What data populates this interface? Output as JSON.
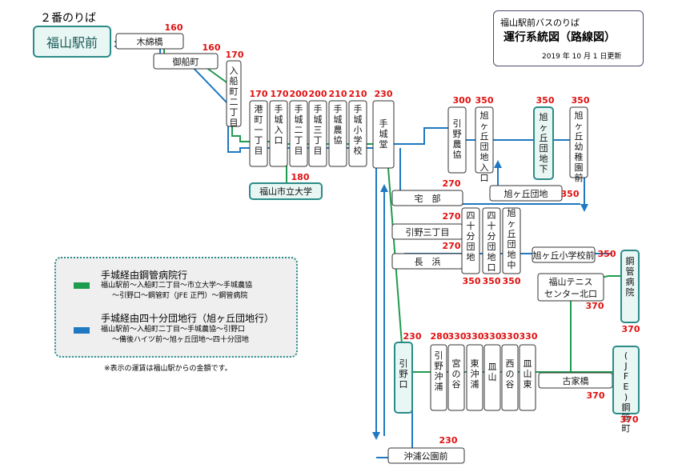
{
  "header": {
    "platform_label": "２番のりば",
    "origin_station": "福山駅前"
  },
  "title_box": {
    "line1": "福山駅前バスのりば",
    "line2": "運行系統図（路線図）",
    "line3": "2019 年 10 月 1 日更新"
  },
  "colors": {
    "green_route": "#1f9b4f",
    "blue_route": "#1f78c1",
    "fare_red": "#e01010",
    "teal_border": "#2a8c88"
  },
  "legend": {
    "green": {
      "title": "手城経由鋼管病院行",
      "line1": "福山駅前〜入船町二丁目〜市立大学〜手城農協",
      "line2": "〜引野口〜鋼管町（JFE 正門）〜鋼管病院"
    },
    "blue": {
      "title": "手城経由四十分団地行（旭ヶ丘団地行）",
      "line1": "福山駅前〜入船町二丁目〜手城農協〜引野口",
      "line2": "〜備後ハイツ前〜旭ヶ丘団地〜四十分団地"
    },
    "note": "※表示の運賃は福山駅からの金額です。"
  },
  "stops": [
    {
      "id": "kiwata",
      "name": "木綿橋",
      "fare": "160"
    },
    {
      "id": "mifune",
      "name": "御船町",
      "fare": "160"
    },
    {
      "id": "irifune",
      "name": "入船町二丁目",
      "fare": "170"
    },
    {
      "id": "minato",
      "name": "港町一丁目",
      "fare": "170"
    },
    {
      "id": "teshiro_iriguchi",
      "name": "手城入口",
      "fare": "170"
    },
    {
      "id": "teshiro2",
      "name": "手城二丁目",
      "fare": "200"
    },
    {
      "id": "teshiro3",
      "name": "手城三丁目",
      "fare": "200"
    },
    {
      "id": "teshiro_nokyo",
      "name": "手城農協",
      "fare": "210"
    },
    {
      "id": "teshiro_shogakko",
      "name": "手城小学校",
      "fare": "210"
    },
    {
      "id": "teshirodo",
      "name": "手城堂",
      "fare": "230"
    },
    {
      "id": "shiritsu_daigaku",
      "name": "福山市立大学",
      "fare": "180"
    },
    {
      "id": "hikino_nokyo",
      "name": "引野農協",
      "fare": "300"
    },
    {
      "id": "asahigaoka_iriguchi",
      "name": "旭ヶ丘団地入口",
      "fare": "350"
    },
    {
      "id": "asahigaoka_shita",
      "name": "旭ヶ丘団地下",
      "fare": "350"
    },
    {
      "id": "asahigaoka_yochien",
      "name": "旭ヶ丘幼稚園前",
      "fare": "350"
    },
    {
      "id": "takube",
      "name": "宅　部",
      "fare": "270"
    },
    {
      "id": "hikino3",
      "name": "引野三丁目",
      "fare": "270"
    },
    {
      "id": "nagahama",
      "name": "長　浜",
      "fare": "270"
    },
    {
      "id": "asahigaoka_danchi",
      "name": "旭ヶ丘団地",
      "fare": "350"
    },
    {
      "id": "shijubun_danchi",
      "name": "四十分団地",
      "fare": "350"
    },
    {
      "id": "shijubun_danchiguchi",
      "name": "四十分団地口",
      "fare": "350"
    },
    {
      "id": "asahigaoka_danchinaka",
      "name": "旭ヶ丘団地中",
      "fare": "350"
    },
    {
      "id": "asahigaoka_shogakko",
      "name": "旭ヶ丘小学校前",
      "fare": "350"
    },
    {
      "id": "koukan_byoin",
      "name": "鋼管病院",
      "fare": "370"
    },
    {
      "id": "tennis_center",
      "name": "福山テニス\nセンター北口",
      "fare": "370"
    },
    {
      "id": "hikinoguchi",
      "name": "引野口",
      "fare": "230"
    },
    {
      "id": "hikino_okiura",
      "name": "引野沖浦",
      "fare": "280"
    },
    {
      "id": "miyanotani",
      "name": "宮の谷",
      "fare": "330"
    },
    {
      "id": "higashi_okiura",
      "name": "東沖浦",
      "fare": "330"
    },
    {
      "id": "sarayama",
      "name": "皿山",
      "fare": "330"
    },
    {
      "id": "nishinotani",
      "name": "西の谷",
      "fare": "330"
    },
    {
      "id": "sarayama_higashi",
      "name": "皿山東",
      "fare": "330"
    },
    {
      "id": "furuyabashi",
      "name": "古家橋",
      "fare": "370"
    },
    {
      "id": "koukanmachi",
      "name": "(JFE)\n鋼管町",
      "fare": "370"
    },
    {
      "id": "okiura_koen",
      "name": "沖浦公園前",
      "fare": "230"
    }
  ]
}
